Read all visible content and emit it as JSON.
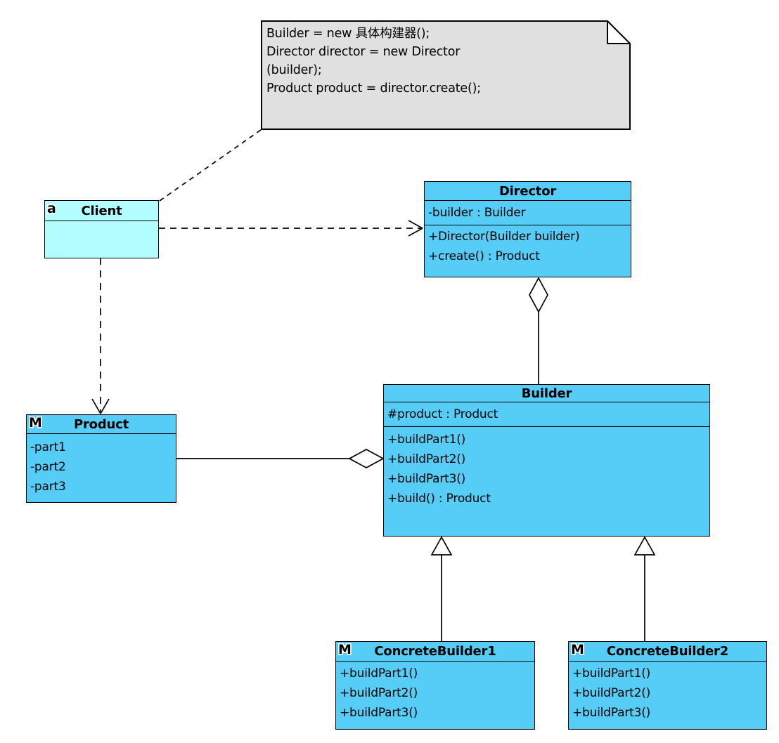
{
  "diagram": {
    "kind": "uml-class-diagram",
    "pattern": "Builder"
  },
  "colors": {
    "class_fill": "#55CDF6",
    "client_fill": "#B2FEFF",
    "note_fill": "#E0E0E0",
    "line": "#000000",
    "background": "#FFFFFF"
  },
  "note": {
    "lines": [
      "Builder = new 具体构建器();",
      "Director director = new Director",
      "(builder);",
      "Product product = director.create();"
    ]
  },
  "classes": {
    "client": {
      "badge": "a",
      "name": "Client",
      "attributes": [],
      "methods": []
    },
    "director": {
      "name": "Director",
      "attributes": [
        "-builder : Builder"
      ],
      "methods": [
        "+Director(Builder builder)",
        "+create() : Product"
      ]
    },
    "product": {
      "badge": "M",
      "name": "Product",
      "attributes": [
        "-part1",
        "-part2",
        "-part3"
      ],
      "methods": []
    },
    "builder": {
      "name": "Builder",
      "attributes": [
        "#product : Product"
      ],
      "methods": [
        "+buildPart1()",
        "+buildPart2()",
        "+buildPart3()",
        "+build() : Product"
      ]
    },
    "concreteBuilder1": {
      "badge": "M",
      "name": "ConcreteBuilder1",
      "methods": [
        "+buildPart1()",
        "+buildPart2()",
        "+buildPart3()"
      ]
    },
    "concreteBuilder2": {
      "badge": "M",
      "name": "ConcreteBuilder2",
      "methods": [
        "+buildPart1()",
        "+buildPart2()",
        "+buildPart3()"
      ]
    }
  },
  "relationships": [
    {
      "type": "note-anchor",
      "from": "note",
      "to": "client",
      "style": "dashed"
    },
    {
      "type": "dependency",
      "from": "client",
      "to": "director",
      "style": "dashed",
      "arrow": "open"
    },
    {
      "type": "dependency",
      "from": "client",
      "to": "product",
      "style": "dashed",
      "arrow": "open"
    },
    {
      "type": "aggregation",
      "from": "director",
      "to": "builder",
      "diamond_at": "director"
    },
    {
      "type": "aggregation",
      "from": "builder",
      "to": "product",
      "diamond_at": "builder"
    },
    {
      "type": "generalization",
      "from": "concreteBuilder1",
      "to": "builder"
    },
    {
      "type": "generalization",
      "from": "concreteBuilder2",
      "to": "builder"
    }
  ]
}
